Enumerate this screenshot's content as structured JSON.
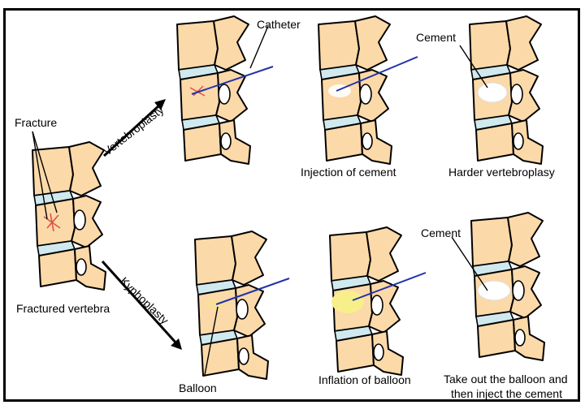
{
  "colors": {
    "bone": "#fcd9a8",
    "disc": "#cfe9ef",
    "needle": "#2233aa",
    "balloon": "#f7f08a",
    "cement": "#ffffff",
    "fracture": "#e0504a"
  },
  "labels": {
    "fracture": "Fracture",
    "fractured_vertebra": "Fractured vertebra",
    "vertebroplasty": "Vertebroplasty",
    "kyphoplasty": "Kyphoplasty",
    "catheter": "Catheter",
    "cement_top": "Cement",
    "cement_bottom": "Cement",
    "injection_of_cement": "Injection of cement",
    "harder_vertebroplasy": "Harder vertebroplasy",
    "balloon": "Balloon",
    "inflation_of_balloon": "Inflation of balloon",
    "take_out_line1": "Take out the balloon and",
    "take_out_line2": "then inject the cement"
  }
}
